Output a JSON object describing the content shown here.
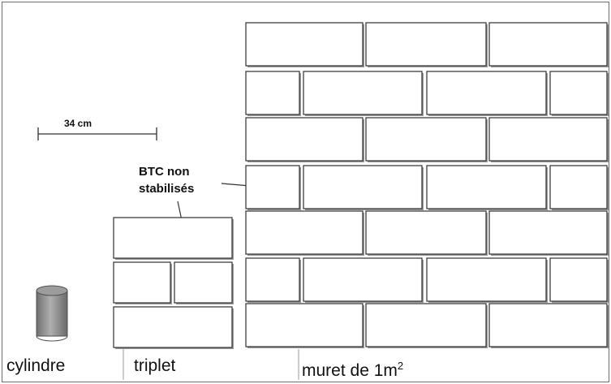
{
  "figure": {
    "labels": {
      "scale": "34 cm",
      "btc_line1": "BTC non",
      "btc_line2": "stabilisés",
      "cylinder": "cylindre",
      "triplet": "triplet",
      "muret_prefix": "muret de 1m",
      "muret_superscript": "2"
    },
    "colors": {
      "brick_outline": "#2f2f2f",
      "mortar": "#9a9a9a",
      "cylinder_fill": "#8f8f8f",
      "cylinder_edge": "#505050",
      "frame": "#6e6e6e"
    }
  }
}
